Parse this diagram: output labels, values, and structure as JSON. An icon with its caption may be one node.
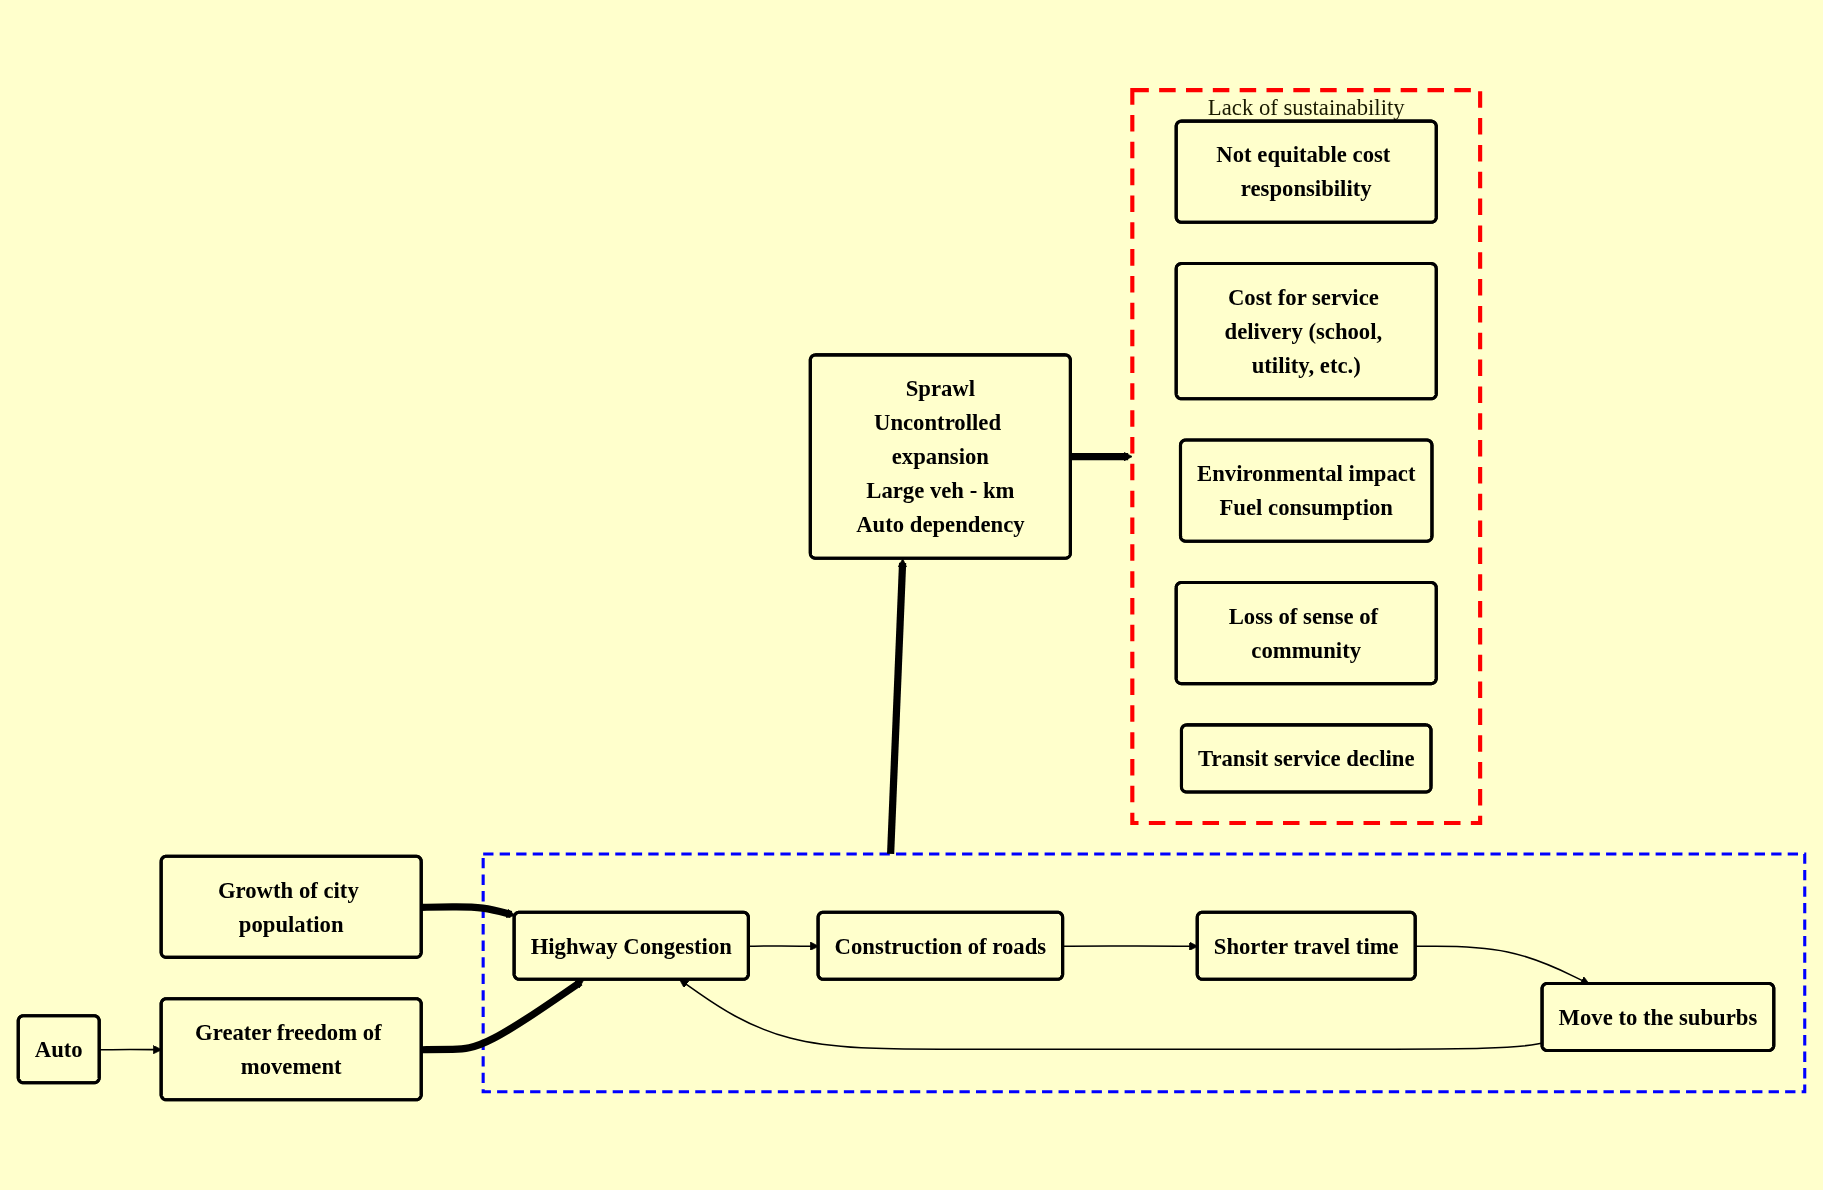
{
  "diagram": {
    "nodes": [
      {
        "text": [
          "Growth of city population"
        ]
      },
      {
        "text": [
          "Auto"
        ]
      },
      {
        "text": [
          "Greater freedom of movement"
        ]
      },
      {
        "text": [],
        "shape": "cloud"
      },
      {
        "text": [
          "Highway Congestion"
        ],
        "in": 3
      },
      {
        "text": [
          "Construction of roads"
        ],
        "in": 3
      },
      {
        "text": [
          "Shorter travel time"
        ],
        "in": 3
      },
      {
        "text": [
          "Move to the suburbs"
        ],
        "in": 3
      },
      {
        "text": [
          "Sprawl",
          "Uncontrolled expansion",
          "Large veh - km",
          "Auto dependency"
        ]
      },
      {
        "text": [
          "Lack of sustainability"
        ]
      },
      {
        "text": [
          "Not equitable cost responsibility"
        ],
        "in": 9
      },
      {
        "text": [
          "Cost for service delivery (school, utility, etc.)"
        ],
        "in": 9
      },
      {
        "text": [
          "Environmental impact",
          "Fuel consumption"
        ],
        "in": 9
      },
      {
        "text": [
          "Loss of sense of community"
        ],
        "in": 9
      },
      {
        "text": [
          "Transit service decline"
        ],
        "in": 9
      }
    ],
    "edges": [
      {
        "from": 0,
        "to": 4,
        "arrow": "to",
        "style": "thick"
      },
      {
        "from": 1,
        "to": 2,
        "arrow": "to"
      },
      {
        "from": 2,
        "to": 4,
        "arrow": "to",
        "style": "thick"
      },
      {
        "from": 4,
        "to": 5,
        "arrow": "to"
      },
      {
        "from": 5,
        "to": 6,
        "arrow": "to"
      },
      {
        "from": 6,
        "to": 7,
        "arrow": "to"
      },
      {
        "from": 7,
        "to": 4,
        "arrow": "to"
      },
      {
        "from": 3,
        "to": 8,
        "arrow": "to",
        "style": "thick"
      },
      {
        "from": 8,
        "to": 9,
        "arrow": "to",
        "style": "thick"
      }
    ]
  }
}
